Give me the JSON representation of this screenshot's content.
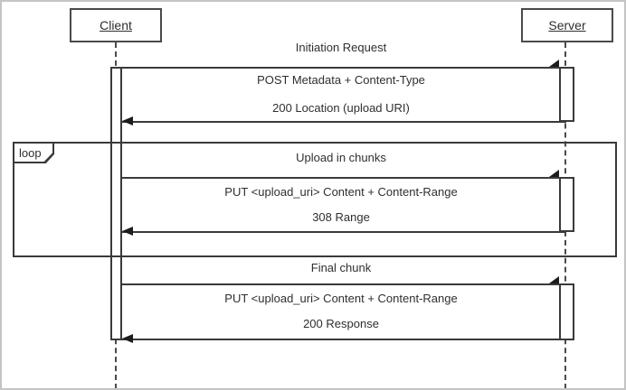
{
  "diagram": {
    "type": "uml-sequence-diagram",
    "colors": {
      "line": "#3a3a3a",
      "text": "#2f2f2f",
      "background": "#ffffff",
      "frame_border": "#c4c4c4"
    }
  },
  "actors": {
    "client": "Client",
    "server": "Server"
  },
  "fragment": {
    "operator": "loop"
  },
  "sections": {
    "initiation": {
      "title": "Initiation Request",
      "request": "POST Metadata + Content-Type",
      "response": "200 Location (upload URI)"
    },
    "loop": {
      "title": "Upload in chunks",
      "request": "PUT <upload_uri> Content + Content-Range",
      "response": "308 Range"
    },
    "final": {
      "title": "Final chunk",
      "request": "PUT <upload_uri> Content + Content-Range",
      "response": "200 Response"
    }
  }
}
